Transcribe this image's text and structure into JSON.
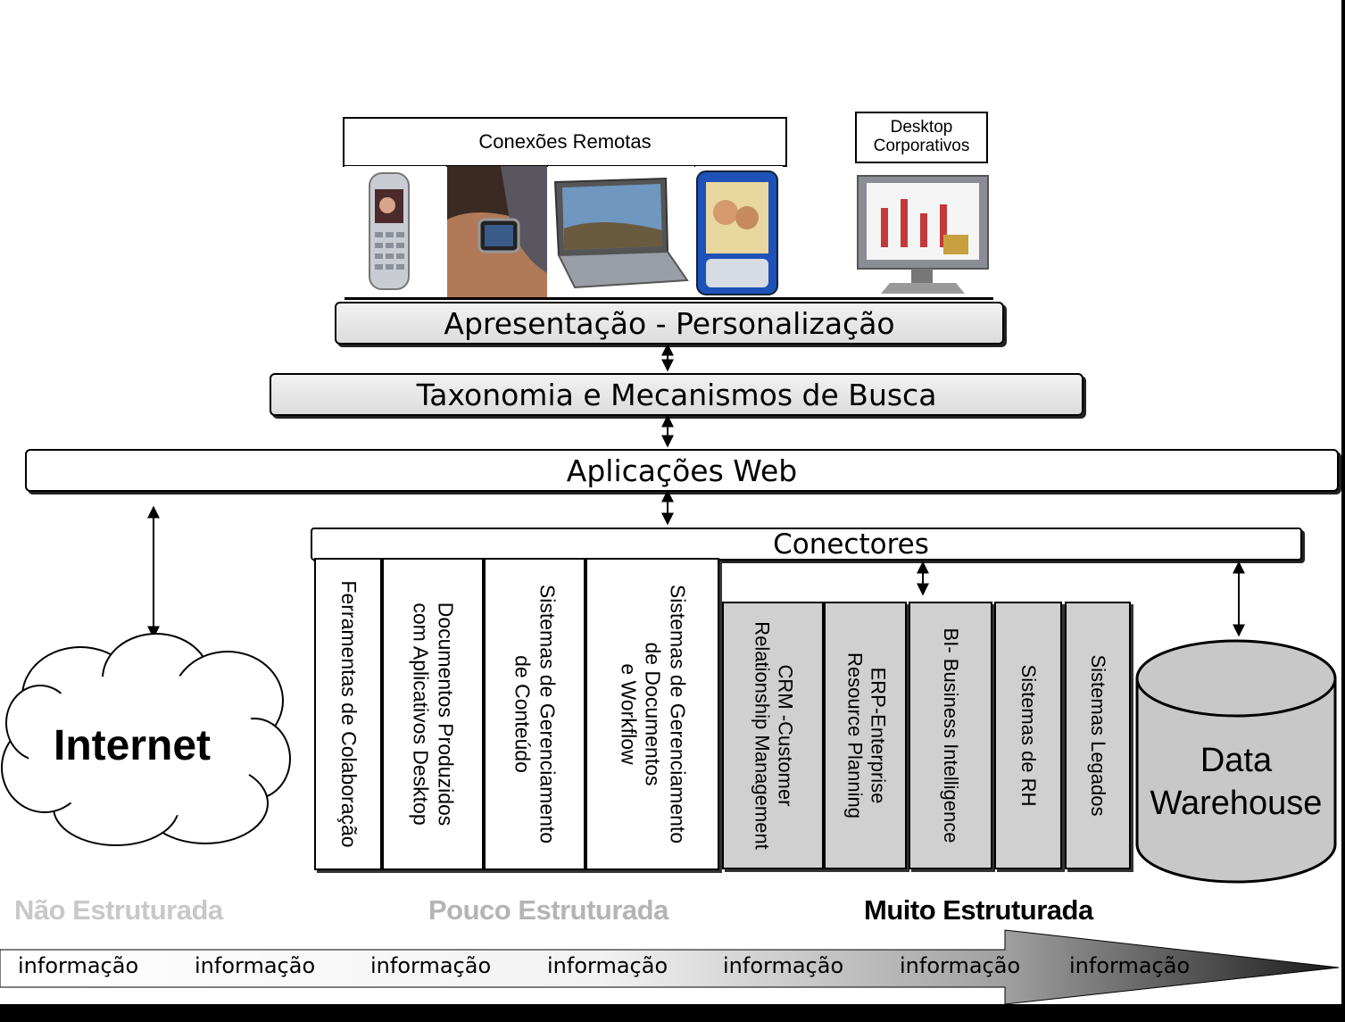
{
  "devices": {
    "remote_label": "Conexões Remotas",
    "desktop_label": "Desktop Corporativos"
  },
  "layers": {
    "presentation": "Apresentação - Personalização",
    "taxonomy": "Taxonomia e Mecanismos de Busca",
    "web_apps": "Aplicações Web",
    "connectors": "Conectores"
  },
  "internet": "Internet",
  "unstructured_sources": [
    "Ferramentas de Colaboração",
    "Documentos Produzidos\ncom Aplicativos Desktop",
    "Sistemas de Gerenciamento\nde Conteúdo",
    "Sistemas de Gerenciamento\nde Documentos\ne Workflow"
  ],
  "structured_sources": [
    "CRM -Customer\nRelationship Management",
    "ERP-Enterprise\nResource Planning",
    "BI- Business Intelligence",
    "Sistemas de RH",
    "Sistemas Legados"
  ],
  "data_warehouse": {
    "line1": "Data",
    "line2": "Warehouse"
  },
  "categories": {
    "unstructured": "Não Estruturada",
    "semi_structured": "Pouco Estruturada",
    "structured": "Muito Estruturada"
  },
  "info_axis": [
    "informação",
    "informação",
    "informação",
    "informação",
    "informação",
    "informação",
    "informação"
  ],
  "colors": {
    "layer_grey": "#e6e6e6",
    "structured_grey": "#d0d0d0",
    "cylinder_grey": "#c8c8c8",
    "category_light": "#c8c8c8",
    "category_dark": "#000000"
  }
}
